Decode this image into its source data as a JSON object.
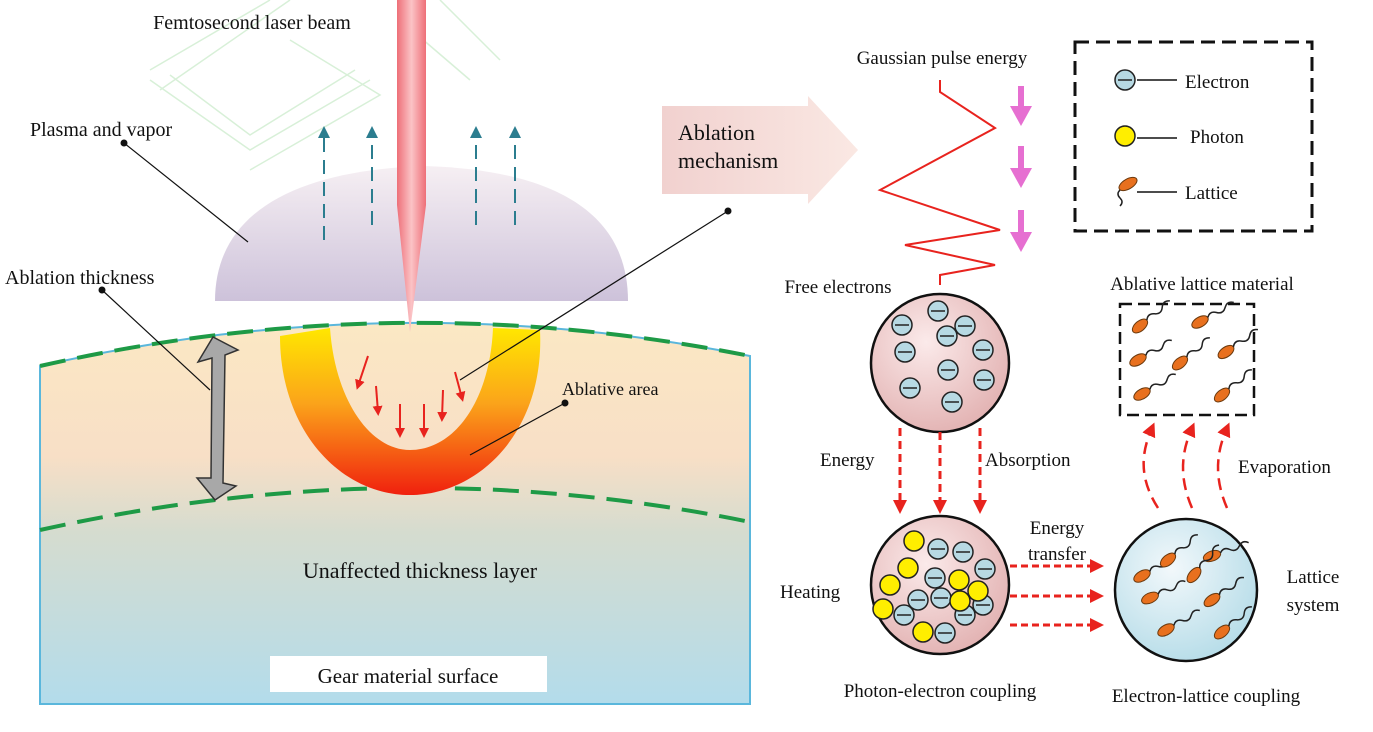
{
  "labels": {
    "laser_beam": "Femtosecond laser beam",
    "plasma": "Plasma and vapor",
    "ablation_thickness": "Ablation thickness",
    "ablative_area": "Ablative area",
    "unaffected_layer": "Unaffected thickness layer",
    "gear_surface": "Gear material surface",
    "mechanism_line1": "Ablation",
    "mechanism_line2": "mechanism",
    "gaussian": "Gaussian pulse energy",
    "free_electrons": "Free electrons",
    "energy": "Energy",
    "absorption": "Absorption",
    "heating": "Heating",
    "energy_transfer_line1": "Energy",
    "energy_transfer_line2": "transfer",
    "lattice_system_line1": "Lattice",
    "lattice_system_line2": "system",
    "ablative_lattice": "Ablative lattice material",
    "evaporation": "Evaporation",
    "photon_electron_coupling": "Photon-electron coupling",
    "electron_lattice_coupling": "Electron-lattice coupling"
  },
  "legend": {
    "electron": "Electron",
    "photon": "Photon",
    "lattice": "Lattice"
  },
  "colors": {
    "material_top": "#fbe8c4",
    "material_bottom": "#b8dfea",
    "boundary_dash": "#1e9a46",
    "laser": "#f27c82",
    "electron_fill": "#b7d9e3",
    "photon_fill": "#ffee00",
    "lattice_fill": "#e8701e",
    "arrow_red": "#e8231e",
    "arrow_pink": "#e66fd1",
    "vapor_arrow": "#2b7d8f"
  }
}
